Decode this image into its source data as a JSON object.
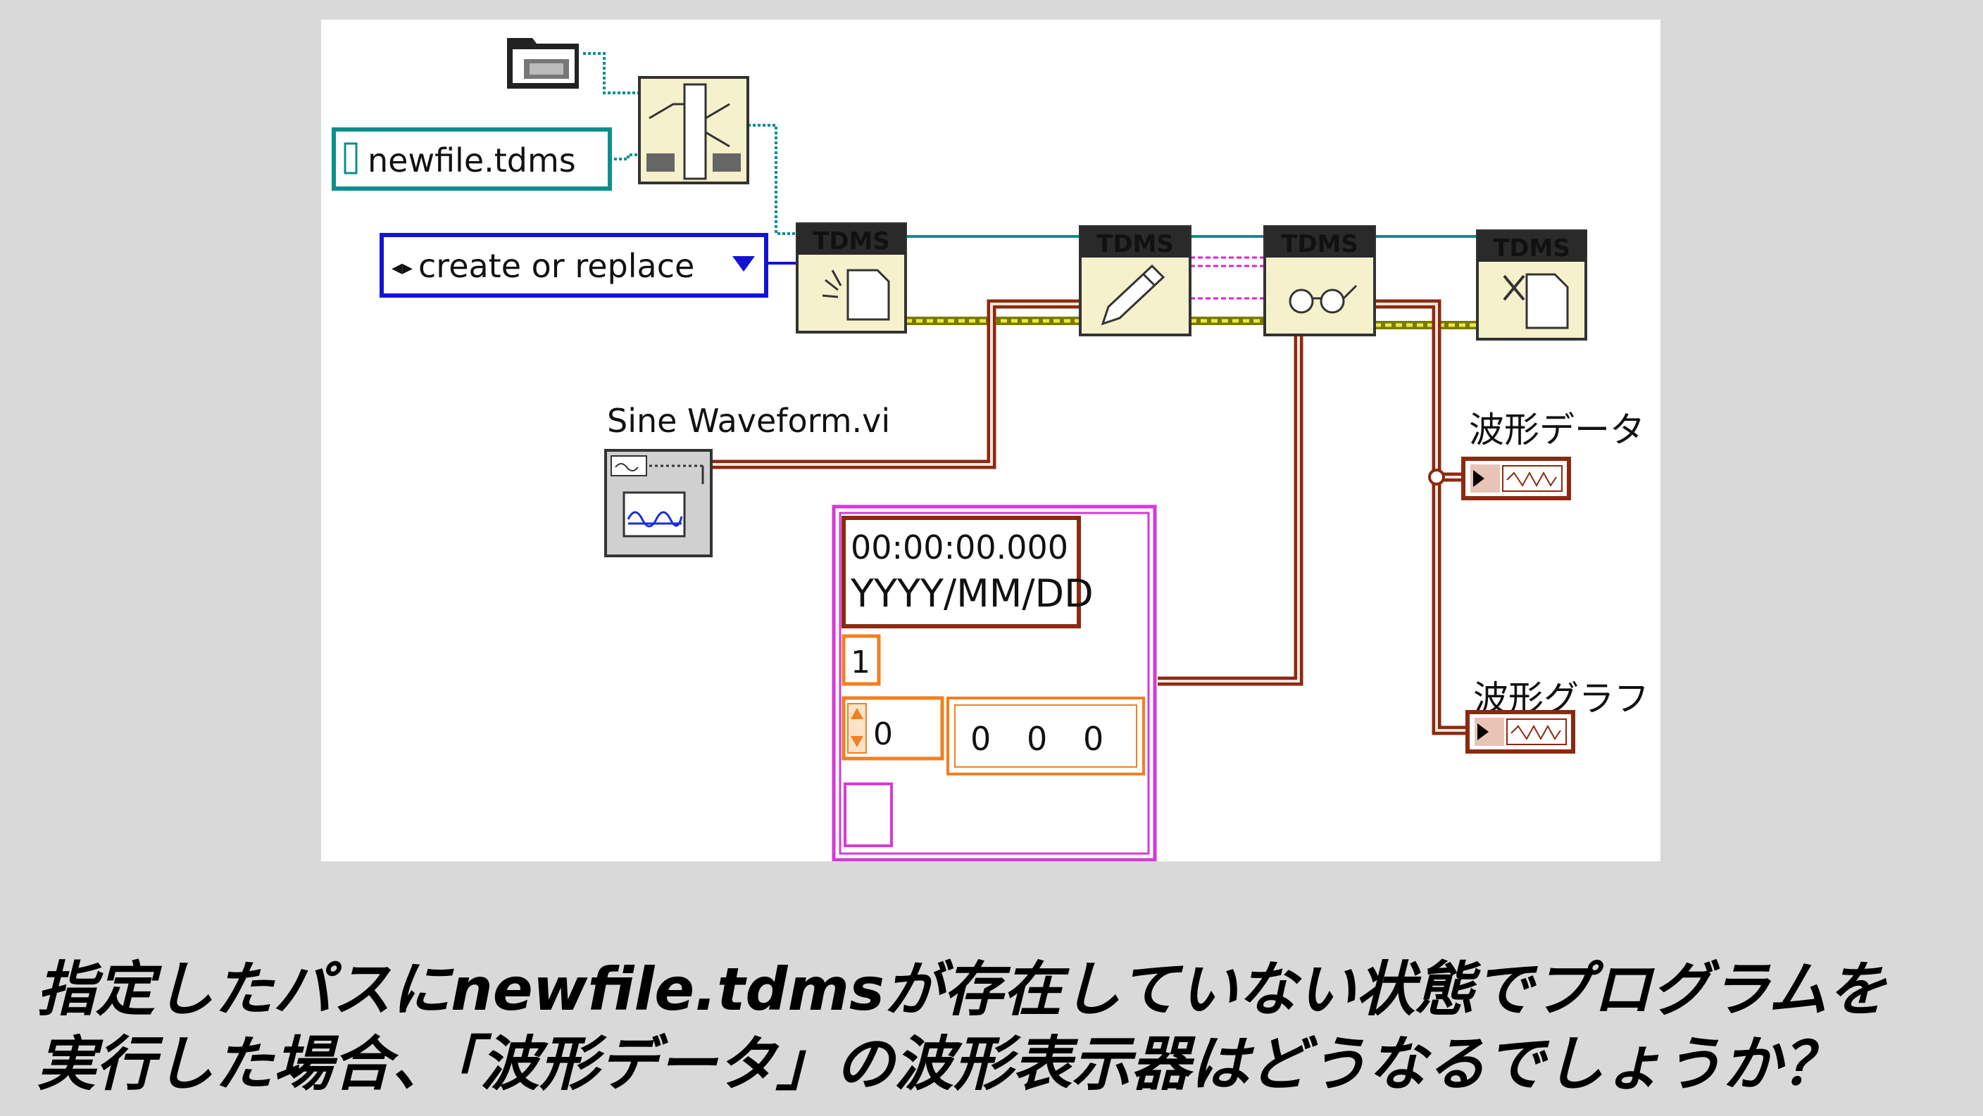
{
  "diagram": {
    "path_constant": "newfile.tdms",
    "operation_enum": "create or replace",
    "sine_waveform_label": "Sine Waveform.vi",
    "tdms_open": "TDMS",
    "tdms_write": "TDMS",
    "tdms_read": "TDMS",
    "tdms_close": "TDMS",
    "waveform_data_label": "波形データ",
    "waveform_graph_label": "波形グラフ",
    "timestamp": "00:00:00.000",
    "date_format": "YYYY/MM/DD",
    "dt_value": "1",
    "index_value": "0",
    "y_values": [
      "0",
      "0",
      "0"
    ]
  },
  "question": {
    "line1": "指定したパスにnewfile.tdmsが存在していない状態でプログラムを",
    "line2": "実行した場合、「波形データ」の波形表示器はどうなるでしょうか？"
  },
  "colors": {
    "path_wire": "#0d8f8f",
    "enum_wire": "#1414d0",
    "waveform_wire": "#8b2a10",
    "refnum_wire": "#9a9a00",
    "error_wire": "#e020d0",
    "cluster_border": "#d63ad6",
    "numeric_border": "#f08020",
    "node_fill": "#f5f1cc"
  },
  "icons": [
    "folder-icon",
    "build-path-icon",
    "tdms-open-icon",
    "tdms-write-icon",
    "tdms-read-icon",
    "tdms-close-icon",
    "sine-waveform-icon",
    "waveform-indicator-icon"
  ]
}
